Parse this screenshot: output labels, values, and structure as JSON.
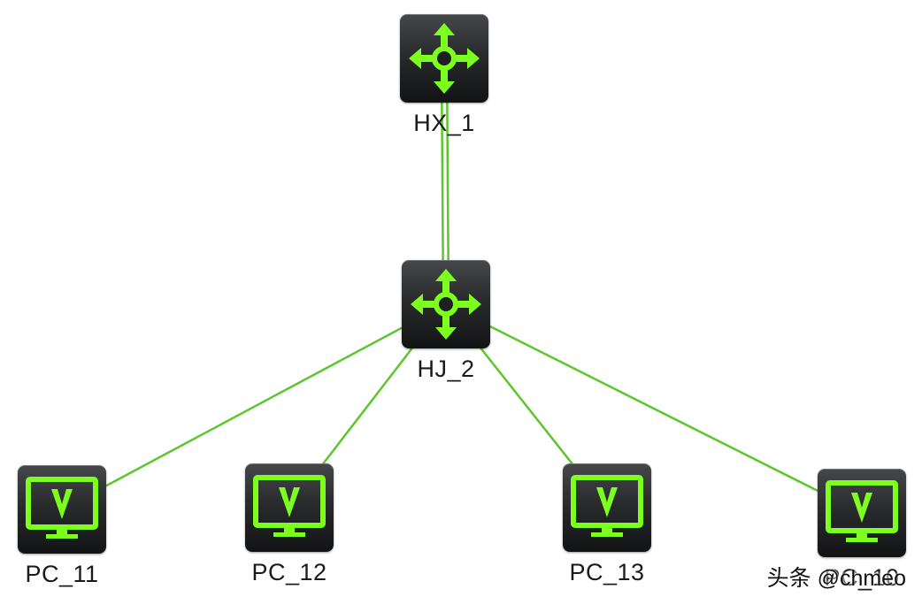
{
  "diagram": {
    "colors": {
      "link": "#5dc62e",
      "icon_accent": "#7cff1f",
      "tile_dark": "#1c1d1f"
    },
    "nodes": [
      {
        "id": "HX_1",
        "label": "HX_1",
        "kind": "router",
        "icon": "router-arrows-icon"
      },
      {
        "id": "HJ_2",
        "label": "HJ_2",
        "kind": "router",
        "icon": "router-arrows-icon"
      },
      {
        "id": "PC_11",
        "label": "PC_11",
        "kind": "pc",
        "icon": "monitor-v-icon"
      },
      {
        "id": "PC_12",
        "label": "PC_12",
        "kind": "pc",
        "icon": "monitor-v-icon"
      },
      {
        "id": "PC_13",
        "label": "PC_13",
        "kind": "pc",
        "icon": "monitor-v-icon"
      },
      {
        "id": "PC_10",
        "label": "PC_10",
        "kind": "pc",
        "icon": "monitor-v-icon"
      }
    ],
    "links": [
      {
        "from": "HX_1",
        "to": "HJ_2",
        "count": 2
      },
      {
        "from": "HJ_2",
        "to": "PC_11",
        "count": 1
      },
      {
        "from": "HJ_2",
        "to": "PC_12",
        "count": 1
      },
      {
        "from": "HJ_2",
        "to": "PC_13",
        "count": 1
      },
      {
        "from": "HJ_2",
        "to": "PC_10",
        "count": 1
      }
    ]
  },
  "watermark": "头条 @chmeo"
}
